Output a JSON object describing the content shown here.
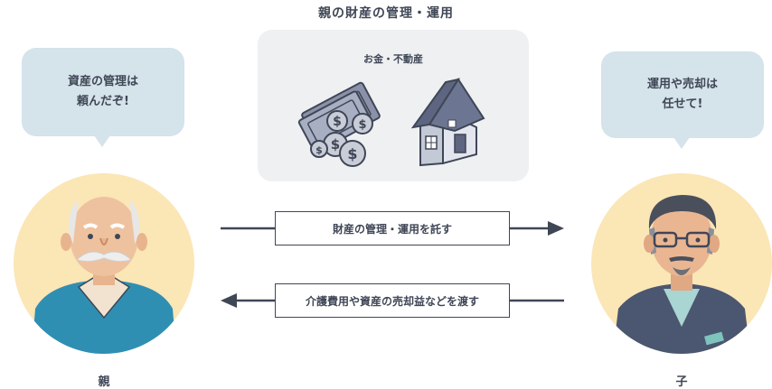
{
  "title": "親の財産の管理・運用",
  "assets": {
    "label": "お金・不動産",
    "icons": [
      "money-icon",
      "house-icon"
    ]
  },
  "parent": {
    "speech": [
      "資産の管理は",
      "頼んだぞ!"
    ],
    "label": "親"
  },
  "child": {
    "speech": [
      "運用や売却は",
      "任せて!"
    ],
    "label": "子"
  },
  "flows": {
    "to_child": "財産の管理・運用を託す",
    "to_parent": "介護費用や資産の売却益などを渡す"
  },
  "colors": {
    "bubble": "#d5e3ea",
    "avatar_bg": "#fbe6b6",
    "asset_bg": "#eef0f2",
    "ink": "#3f4656"
  }
}
